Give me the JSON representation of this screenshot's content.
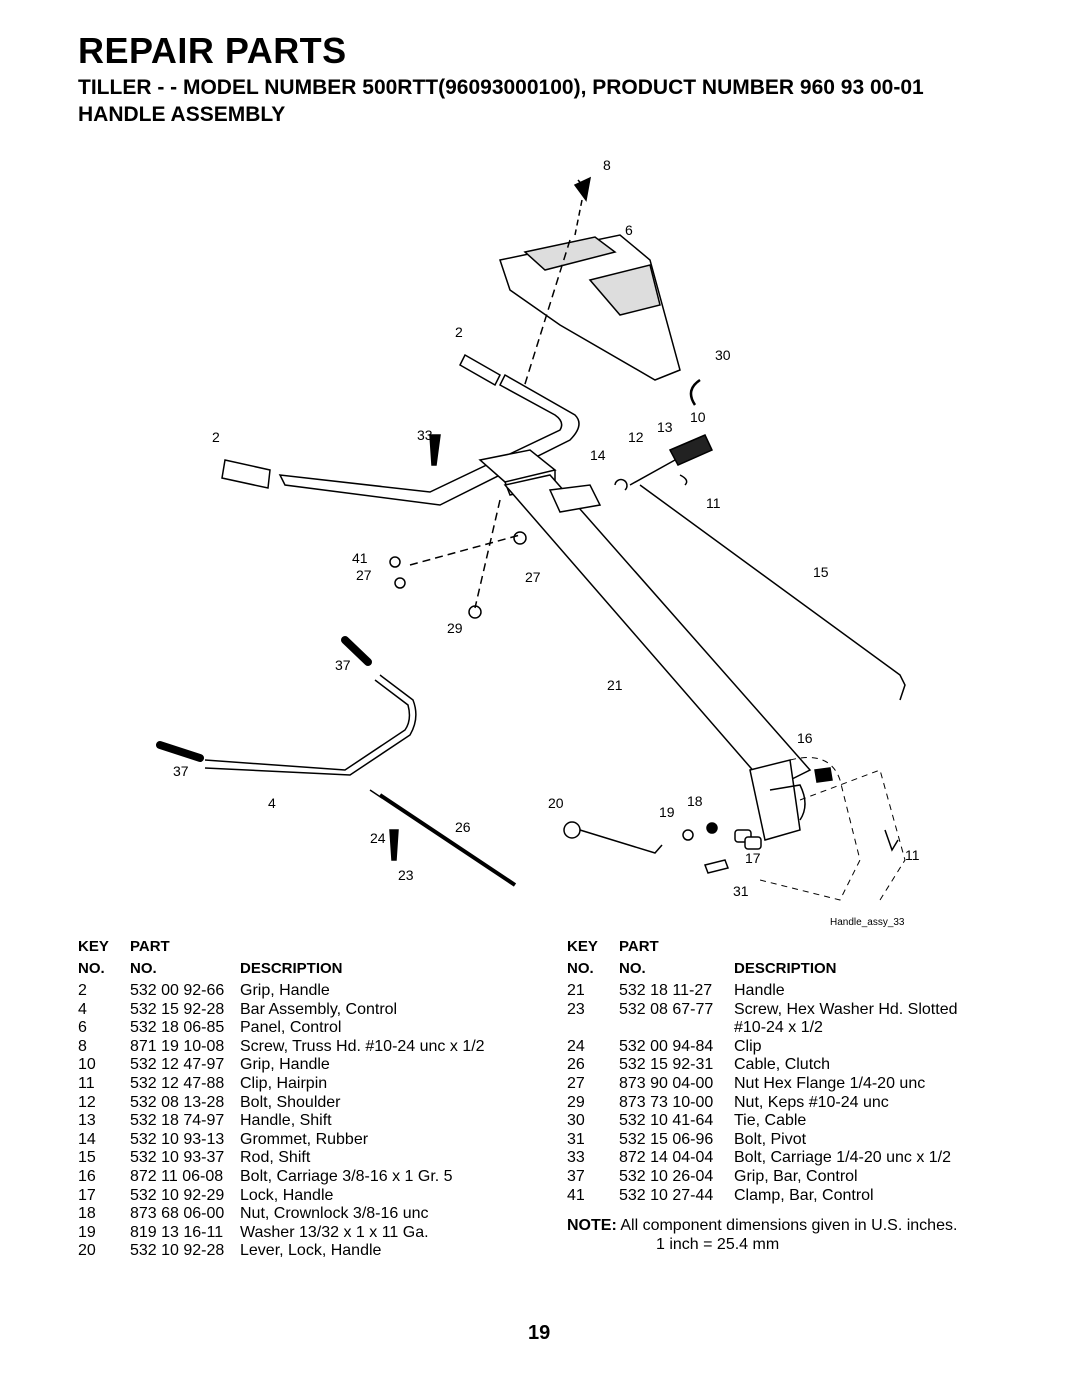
{
  "header": {
    "title": "REPAIR PARTS",
    "subtitle": "TILLER - - MODEL NUMBER 500RTT(96093000100), PRODUCT NUMBER 960 93 00-01",
    "section": "HANDLE ASSEMBLY"
  },
  "diagram": {
    "callouts": [
      "8",
      "6",
      "2",
      "30",
      "2",
      "33",
      "12",
      "13",
      "10",
      "14",
      "11",
      "41",
      "27",
      "27",
      "15",
      "29",
      "37",
      "21",
      "16",
      "37",
      "4",
      "20",
      "19",
      "18",
      "26",
      "24",
      "17",
      "11",
      "23",
      "31"
    ],
    "figure_id": "Handle_assy_33"
  },
  "table_headers": {
    "key": "KEY",
    "part": "PART",
    "no": "NO.",
    "no2": "NO.",
    "description": "DESCRIPTION"
  },
  "parts_left": [
    {
      "key": "2",
      "part": "532 00 92-66",
      "desc": "Grip, Handle"
    },
    {
      "key": "4",
      "part": "532 15 92-28",
      "desc": "Bar Assembly, Control"
    },
    {
      "key": "6",
      "part": "532 18 06-85",
      "desc": "Panel, Control"
    },
    {
      "key": "8",
      "part": "871 19 10-08",
      "desc": "Screw, Truss Hd. #10-24 unc x 1/2"
    },
    {
      "key": "10",
      "part": "532 12 47-97",
      "desc": "Grip, Handle"
    },
    {
      "key": "11",
      "part": "532 12 47-88",
      "desc": "Clip, Hairpin"
    },
    {
      "key": "12",
      "part": "532 08 13-28",
      "desc": "Bolt, Shoulder"
    },
    {
      "key": "13",
      "part": "532 18 74-97",
      "desc": "Handle, Shift"
    },
    {
      "key": "14",
      "part": "532 10 93-13",
      "desc": "Grommet, Rubber"
    },
    {
      "key": "15",
      "part": "532 10 93-37",
      "desc": "Rod, Shift"
    },
    {
      "key": "16",
      "part": "872 11 06-08",
      "desc": "Bolt, Carriage 3/8-16 x 1 Gr. 5"
    },
    {
      "key": "17",
      "part": "532 10 92-29",
      "desc": "Lock, Handle"
    },
    {
      "key": "18",
      "part": "873 68 06-00",
      "desc": "Nut, Crownlock 3/8-16 unc"
    },
    {
      "key": "19",
      "part": "819 13 16-11",
      "desc": "Washer 13/32 x 1 x 11 Ga."
    },
    {
      "key": "20",
      "part": "532 10 92-28",
      "desc": "Lever, Lock, Handle"
    }
  ],
  "parts_right": [
    {
      "key": "21",
      "part": "532 18 11-27",
      "desc": "Handle"
    },
    {
      "key": "23",
      "part": "532 08 67-77",
      "desc": "Screw, Hex Washer Hd. Slotted"
    },
    {
      "key": "",
      "part": "",
      "desc": "#10-24 x 1/2"
    },
    {
      "key": "24",
      "part": "532 00 94-84",
      "desc": "Clip"
    },
    {
      "key": "26",
      "part": "532 15 92-31",
      "desc": "Cable, Clutch"
    },
    {
      "key": "27",
      "part": "873 90 04-00",
      "desc": "Nut Hex Flange 1/4-20 unc"
    },
    {
      "key": "29",
      "part": "873 73 10-00",
      "desc": "Nut, Keps #10-24 unc"
    },
    {
      "key": "30",
      "part": "532 10 41-64",
      "desc": "Tie, Cable"
    },
    {
      "key": "31",
      "part": "532 15 06-96",
      "desc": "Bolt, Pivot"
    },
    {
      "key": "33",
      "part": "872 14 04-04",
      "desc": "Bolt, Carriage 1/4-20 unc x 1/2"
    },
    {
      "key": "37",
      "part": "532 10 26-04",
      "desc": "Grip, Bar, Control"
    },
    {
      "key": "41",
      "part": "532 10 27-44",
      "desc": "Clamp, Bar, Control"
    }
  ],
  "note": {
    "label": "NOTE:",
    "text": "All component dimensions given in U.S. inches.",
    "line2": "1 inch = 25.4 mm"
  },
  "page_number": "19"
}
